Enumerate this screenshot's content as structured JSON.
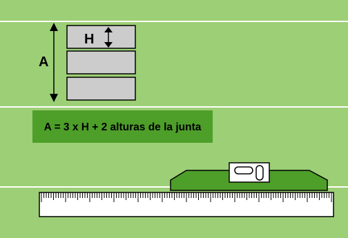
{
  "labels": {
    "h": "H",
    "a": "A"
  },
  "formula": "A = 3 x H + 2 alturas de la junta",
  "colors": {
    "background": "#9ccf76",
    "banner": "#4e9e2a",
    "brick": "#cccccc",
    "level": "#4e9e2a",
    "ruler": "#ffffff"
  }
}
